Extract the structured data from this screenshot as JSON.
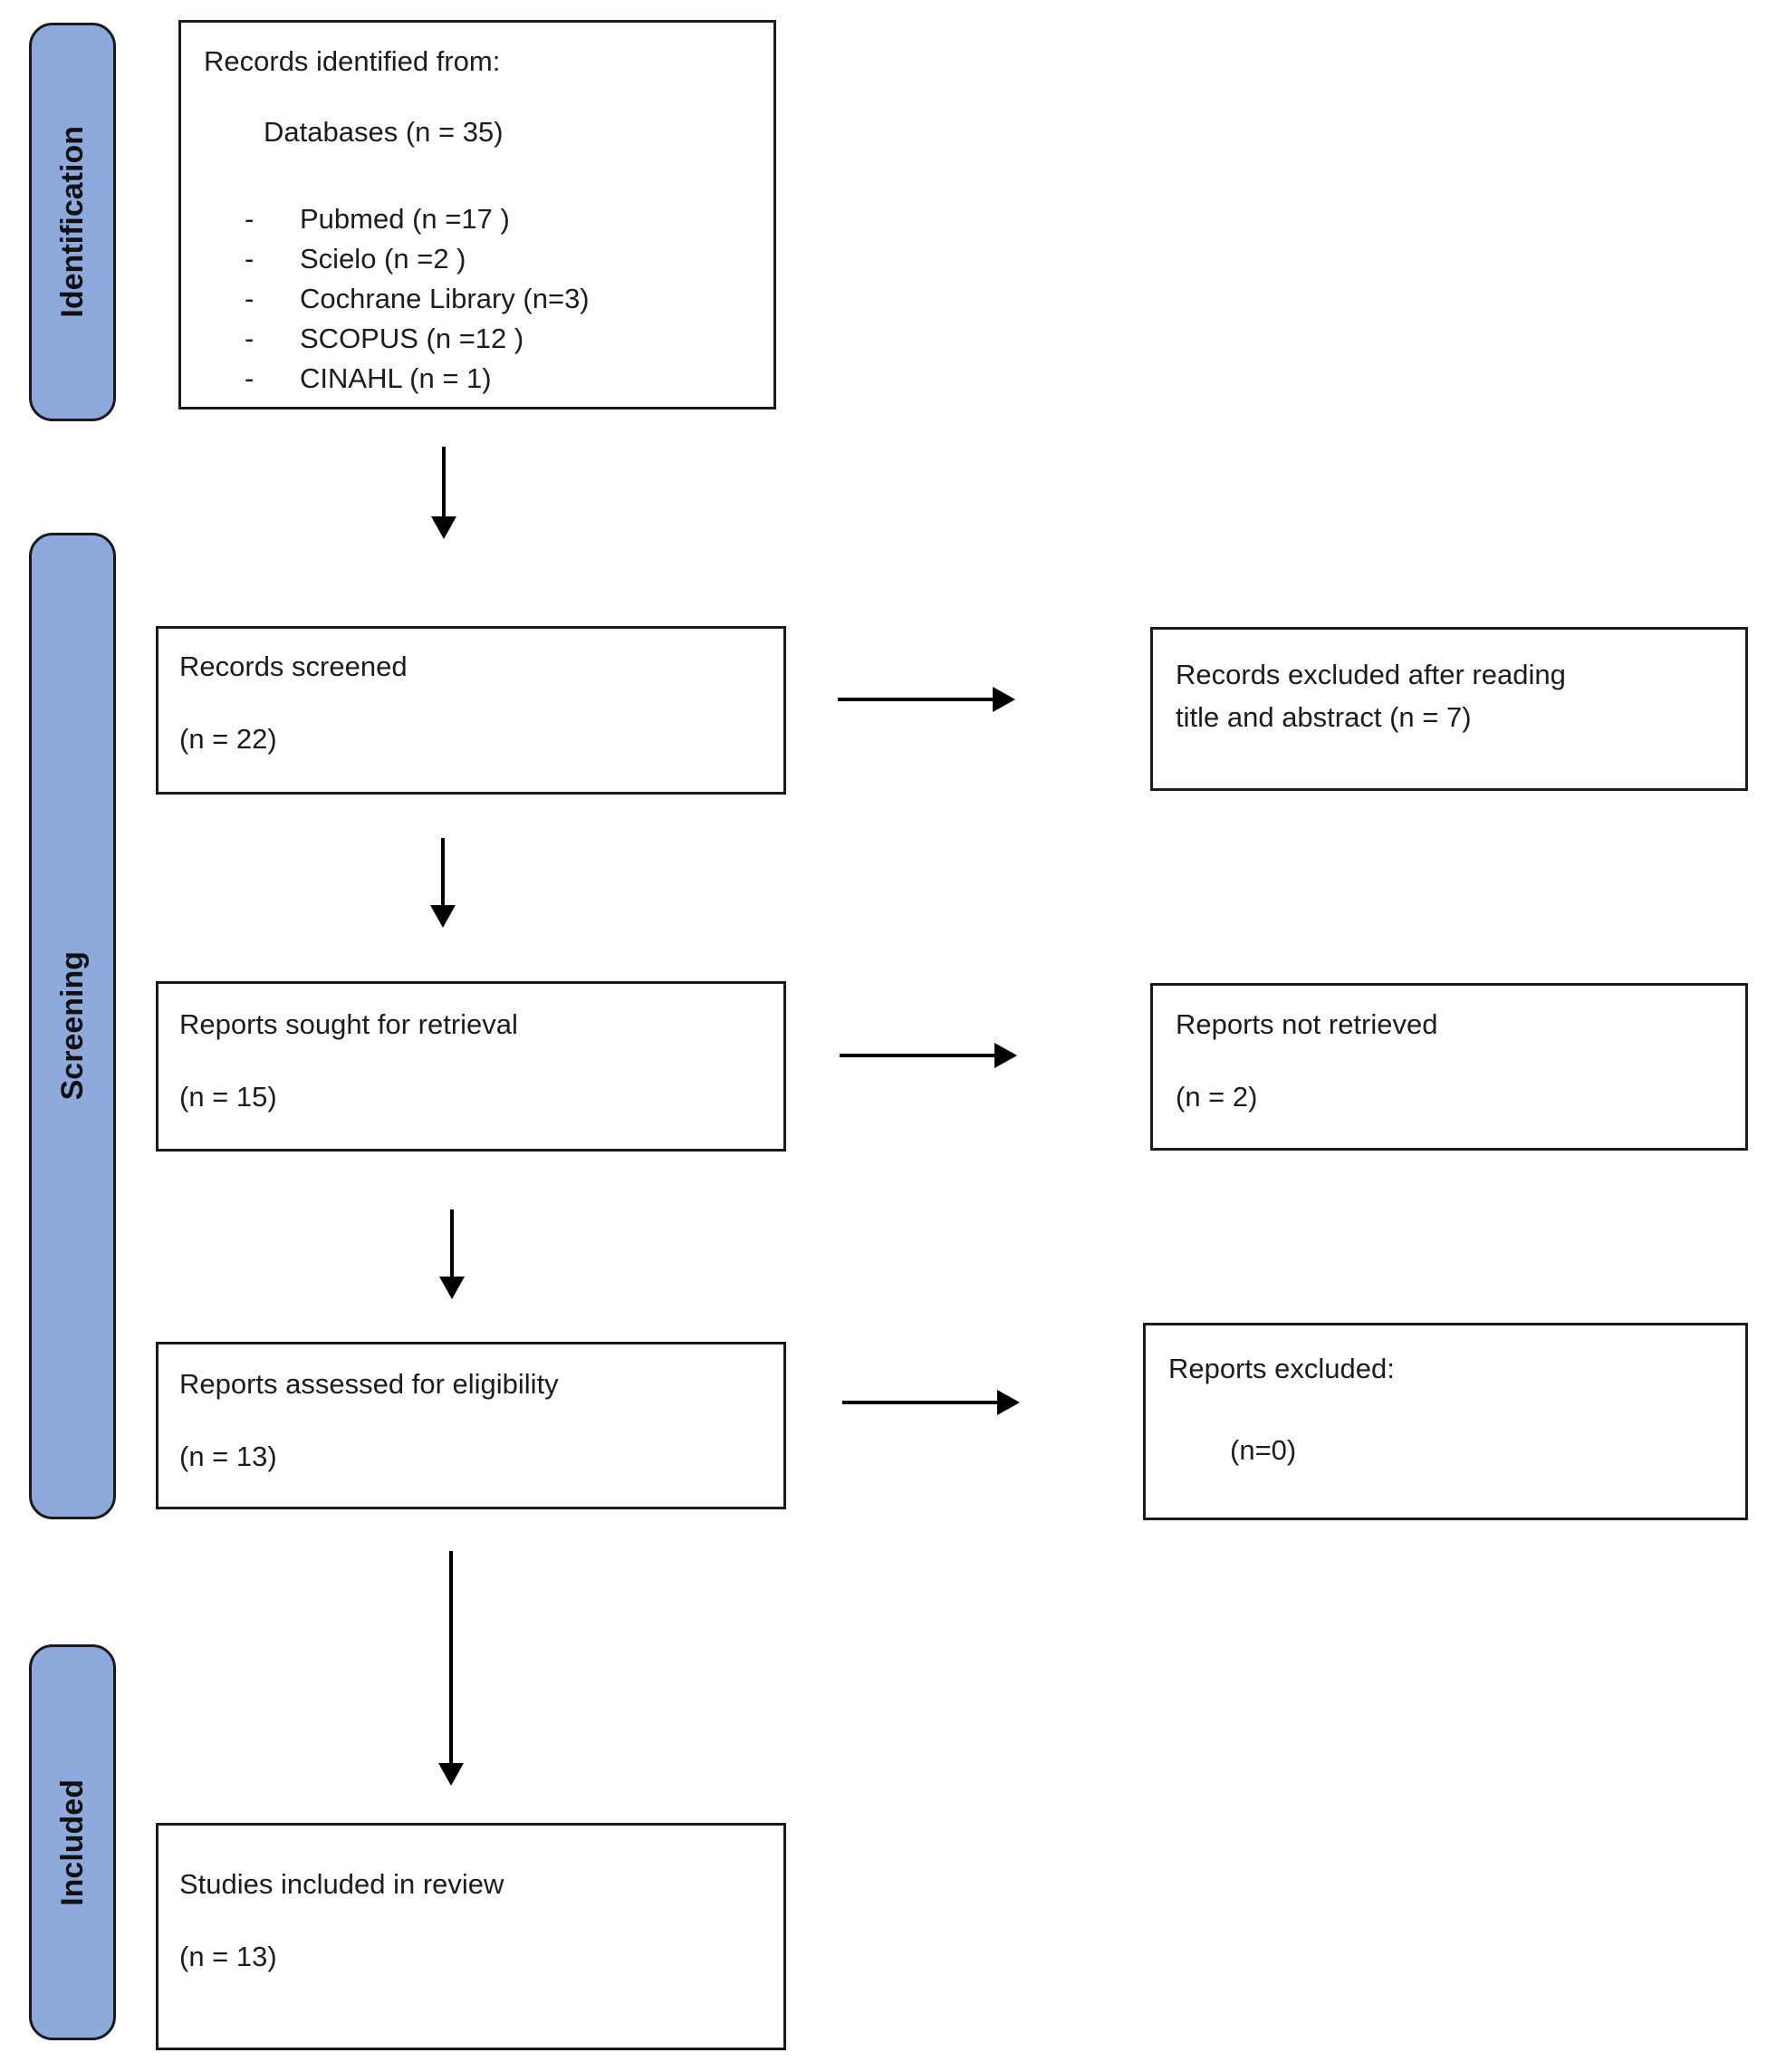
{
  "diagram": {
    "type": "prisma-flow",
    "stages": [
      {
        "label": "Identification"
      },
      {
        "label": "Screening"
      },
      {
        "label": "Included"
      }
    ],
    "bullet": "-",
    "boxes": {
      "identified": {
        "title": "Records identified from:",
        "subtitle": "Databases (n = 35)",
        "items": [
          "Pubmed (n =17 )",
          "Scielo (n =2 )",
          "Cochrane Library (n=3)",
          "SCOPUS (n =12 )",
          "CINAHL (n = 1)"
        ]
      },
      "screened": {
        "lines": [
          "Records screened",
          "(n = 22)"
        ]
      },
      "sought": {
        "lines": [
          "Reports sought for retrieval",
          "(n = 15)"
        ]
      },
      "assessed": {
        "lines": [
          "Reports assessed for eligibility",
          "(n = 13)"
        ]
      },
      "included": {
        "lines": [
          "Studies included in review",
          "(n = 13)"
        ]
      },
      "excluded_records": {
        "lines": [
          "Records excluded after reading",
          "title and abstract (n = 7)"
        ]
      },
      "not_retrieved": {
        "lines": [
          "Reports not retrieved",
          "(n = 2)"
        ]
      },
      "excluded_reports": {
        "lines": [
          "Reports excluded:",
          "(n=0)"
        ]
      }
    },
    "colors": {
      "stage_fill": "#8EA9DB",
      "stage_border": "#1a1a1a",
      "box_border": "#1a1a1a",
      "arrow": "#000000",
      "background": "#ffffff"
    }
  }
}
